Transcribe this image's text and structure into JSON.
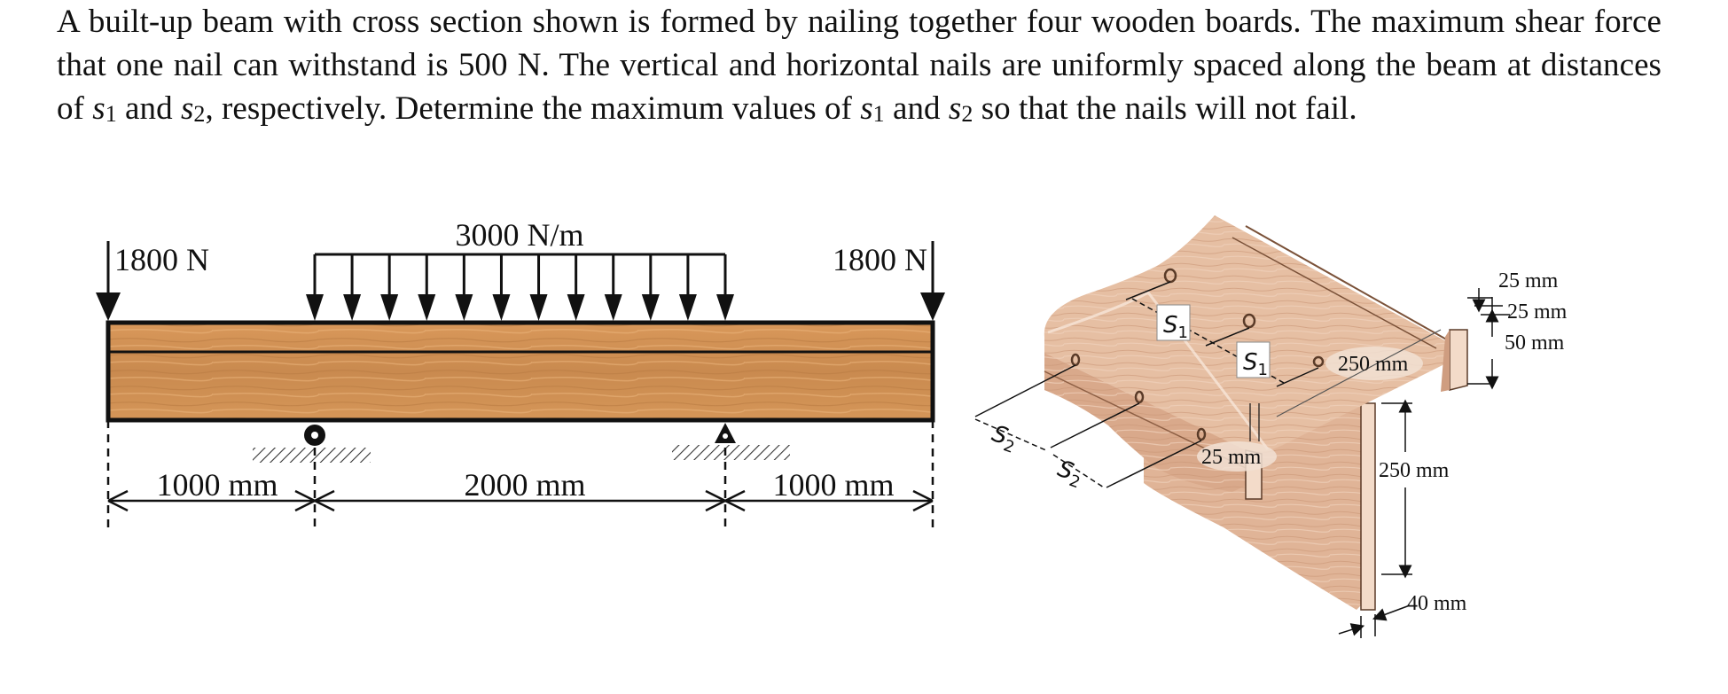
{
  "problem": {
    "part1": "A built-up beam with cross section shown is formed by nailing together four wooden boards. The maximum shear force that one nail can withstand is 500 N. The vertical and horizontal nails are uniformly spaced along the beam at distances of ",
    "s": "s",
    "sub1": "1",
    "sub2": "2",
    "and": " and ",
    "part2": ", respectively. Determine the maximum values of ",
    "part3": " so that the nails will not fail."
  },
  "beam": {
    "load_left": "1800 N",
    "load_right": "1800 N",
    "distributed_load": "3000 N/m",
    "span_left": "1000 mm",
    "span_middle": "2000 mm",
    "span_right": "1000 mm"
  },
  "section": {
    "s1_label_a": "S1",
    "s1_label_b": "S1",
    "s2_label_a": "S2",
    "s2_label_b": "S2",
    "dim_top_25": "25 mm",
    "dim_second_25": "25 mm",
    "dim_50": "50 mm",
    "dim_250_flange": "250 mm",
    "dim_25_side": "25 mm",
    "dim_250_web": "250 mm",
    "dim_40": "40 mm"
  },
  "colors": {
    "wood_dark": "#c88a4e",
    "wood_light": "#e2a86a",
    "section_wood": "#e6bfa3",
    "section_wood_shade": "#d6a88a",
    "line": "#111111"
  }
}
